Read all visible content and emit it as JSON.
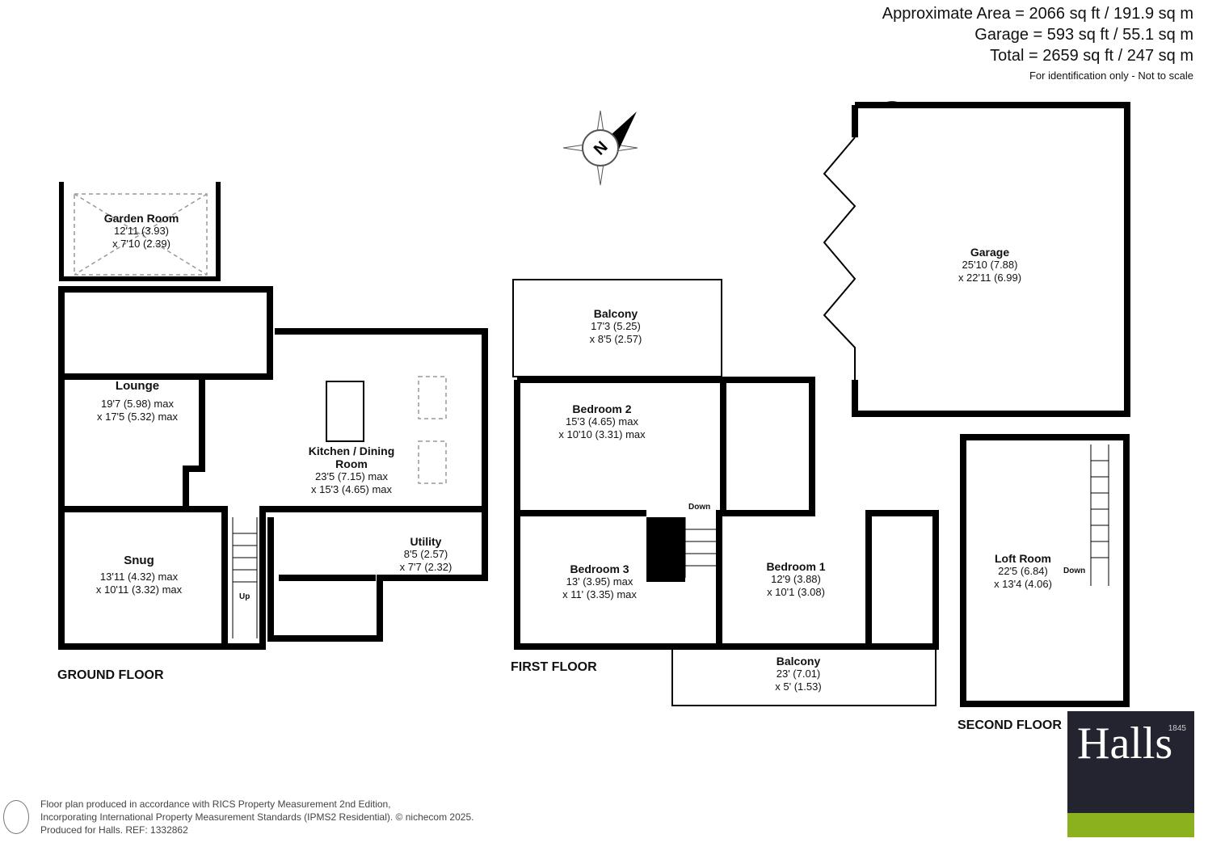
{
  "areas": {
    "approximate": "Approximate Area = 2066 sq ft / 191.9 sq m",
    "garage": "Garage = 593 sq ft / 55.1 sq m",
    "total": "Total = 2659 sq ft / 247 sq m",
    "note": "For identification only - Not to scale"
  },
  "compass": {
    "label": "N"
  },
  "ground_floor": {
    "label": "GROUND FLOOR",
    "stairs": "Up",
    "rooms": [
      {
        "name": "Garden Room",
        "dim1": "12'11 (3.93)",
        "dim2": "x 7'10 (2.39)"
      },
      {
        "name": "Lounge",
        "dim1": "19'7 (5.98) max",
        "dim2": "x 17'5 (5.32) max"
      },
      {
        "name": "Kitchen / Dining Room",
        "dim1": "23'5 (7.15) max",
        "dim2": "x 15'3 (4.65) max"
      },
      {
        "name": "Utility",
        "dim1": "8'5 (2.57)",
        "dim2": "x 7'7 (2.32)"
      },
      {
        "name": "Snug",
        "dim1": "13'11 (4.32) max",
        "dim2": "x 10'11 (3.32) max"
      }
    ]
  },
  "first_floor": {
    "label": "FIRST FLOOR",
    "stairs": "Down",
    "rooms": [
      {
        "name": "Balcony",
        "dim1": "17'3 (5.25)",
        "dim2": "x 8'5 (2.57)"
      },
      {
        "name": "Bedroom 2",
        "dim1": "15'3 (4.65) max",
        "dim2": "x 10'10 (3.31) max"
      },
      {
        "name": "Bedroom 3",
        "dim1": "13' (3.95) max",
        "dim2": "x 11' (3.35) max"
      },
      {
        "name": "Bedroom 1",
        "dim1": "12'9 (3.88)",
        "dim2": "x 10'1 (3.08)"
      },
      {
        "name": "Balcony",
        "dim1": "23' (7.01)",
        "dim2": "x 5' (1.53)"
      }
    ]
  },
  "garage": {
    "name": "Garage",
    "dim1": "25'10 (7.88)",
    "dim2": "x 22'11 (6.99)"
  },
  "second_floor": {
    "label": "SECOND FLOOR",
    "stairs": "Down",
    "rooms": [
      {
        "name": "Loft Room",
        "dim1": "22'5 (6.84)",
        "dim2": "x 13'4 (4.06)"
      }
    ]
  },
  "footer": {
    "line1": "Floor plan produced in accordance with RICS Property Measurement 2nd Edition,",
    "line2": "Incorporating International Property Measurement Standards (IPMS2 Residential).   © nichecom 2025.",
    "line3": "Produced for Halls.   REF: 1332862"
  },
  "logo": {
    "word": "Halls",
    "year": "1845",
    "colors": {
      "dark": "#23242f",
      "green": "#8bb21e"
    }
  }
}
